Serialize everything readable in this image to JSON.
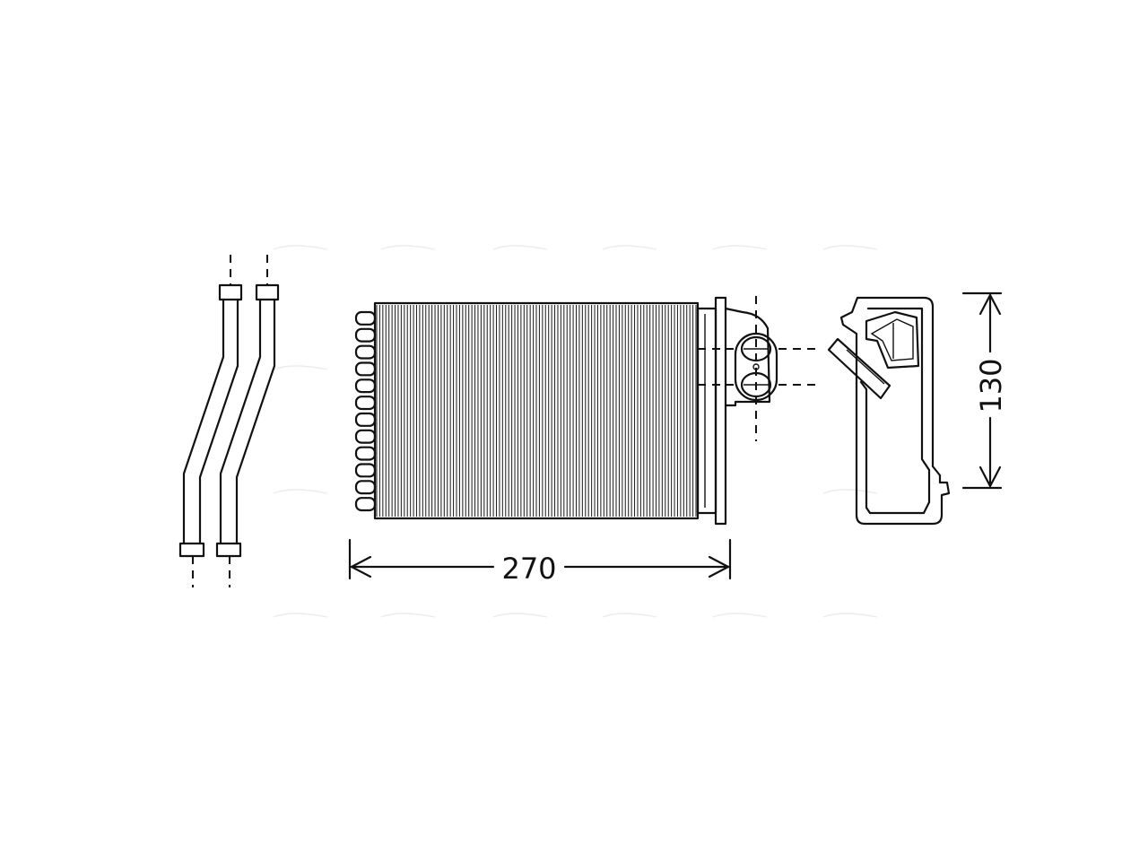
{
  "diagram": {
    "dimensions": {
      "width_label": "270",
      "height_label": "130"
    },
    "components": [
      {
        "name": "connecting-pipes"
      },
      {
        "name": "heater-core"
      },
      {
        "name": "side-end-tank"
      }
    ],
    "fin_count": 105
  }
}
